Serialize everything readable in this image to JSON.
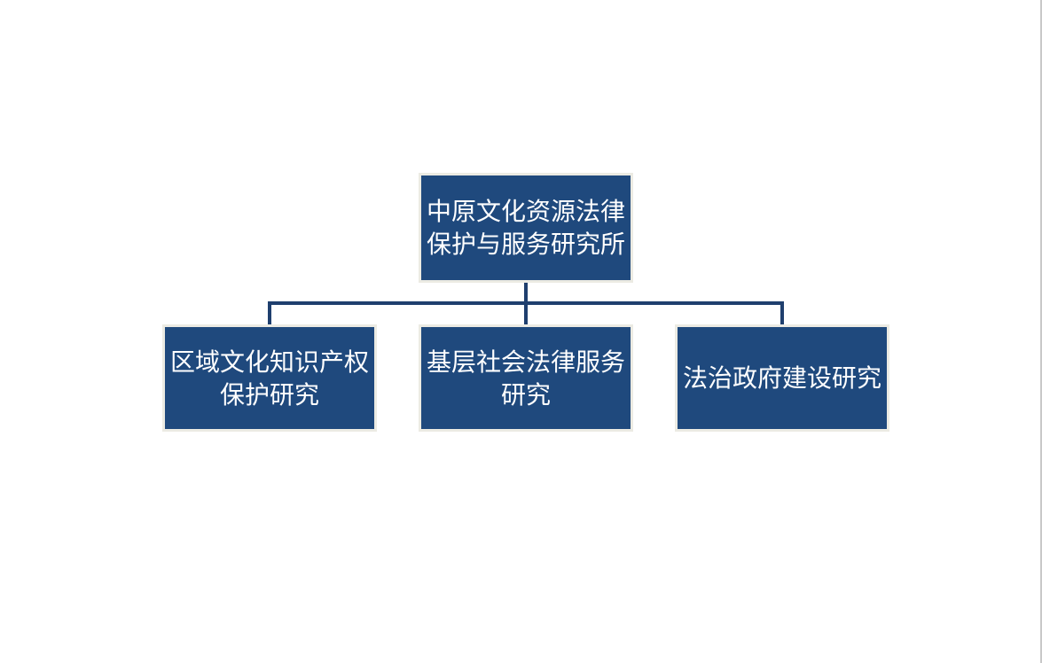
{
  "diagram": {
    "root": {
      "label": "中原文化资源法律保护与服务研究所"
    },
    "children": [
      {
        "label": "区域文化知识产权保护研究"
      },
      {
        "label": "基层社会法律服务研究"
      },
      {
        "label": "法治政府建设研究"
      }
    ]
  },
  "colors": {
    "node_fill": "#1f497d",
    "node_border": "#ecebe3",
    "connector": "#1f3f6e",
    "text": "#ffffff"
  }
}
